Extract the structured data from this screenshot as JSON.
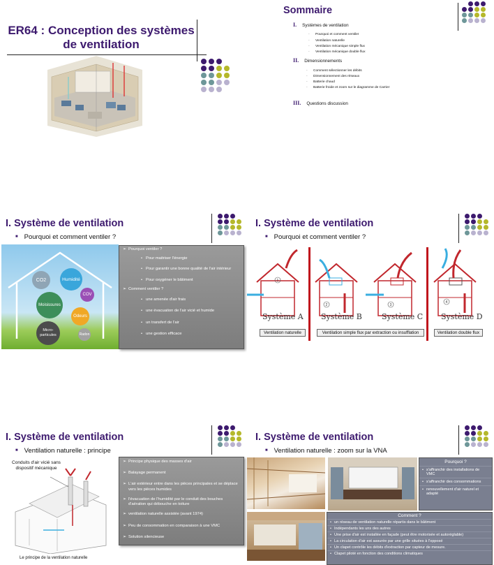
{
  "slide1": {
    "title_line1": "ER64 : Conception des systèmes",
    "title_line2": "de ventilation"
  },
  "slide2": {
    "title": "Sommaire",
    "sections": [
      {
        "num": "I.",
        "label": "Systèmes de ventilation",
        "items": [
          "Pourquoi et comment ventiler",
          "Ventilation naturelle",
          "Ventilation mécanique simple flux",
          "Ventilation mécanique double flux"
        ]
      },
      {
        "num": "II.",
        "label": "Dimensionnements",
        "items": [
          "Comment sélectionner les débits",
          "Dimensionnement des réseaux",
          "Batterie chaud",
          "Batterie froide et zoom sur le diagramme de Carrier"
        ]
      },
      {
        "num": "III.",
        "label": "Questions discussion",
        "items": []
      }
    ]
  },
  "slide3": {
    "title": "I. Système de ventilation",
    "subtitle": "Pourquoi et comment ventiler ?",
    "bubbles": [
      "CO2",
      "Humidité",
      "Moisissures",
      "COV",
      "Odeurs",
      "Micro-particules",
      "Radon"
    ],
    "box": {
      "head1": "Pourquoi ventiler ?",
      "why": [
        "Pour maitriser l'énergie",
        "Pour garantir une bonne qualité de l'air intérieur",
        "Pour oxygéner le bâtiment"
      ],
      "head2": "Comment ventiler ?",
      "how": [
        "une amenée d'air frais",
        "une évacuation de l'air vicié et humide",
        "un transfert de l'air",
        "une gestion efficace"
      ]
    }
  },
  "slide4": {
    "title": "I. Système de ventilation",
    "subtitle": "Pourquoi et comment ventiler ?",
    "systems": [
      "Système A",
      "Système B",
      "Système C",
      "Système D"
    ],
    "house_numbers": [
      "1",
      "2",
      "3",
      "4"
    ],
    "captions": [
      "Ventilation naturelle",
      "Ventilation simple flux par extraction ou insufflation",
      "Ventilation double flux"
    ]
  },
  "slide5": {
    "title": "I. Système de ventilation",
    "subtitle": "Ventilation naturelle : principe",
    "diagram_label": "Conduits d'air vicié sans dispositif mécanique",
    "diagram_caption": "Le principe de la ventilation naturelle",
    "items": [
      "Principe physique des masses d'air",
      "Balayage permanent",
      "L'air extérieur entre dans les pièces principales et se déplace vers les pièces humides",
      "l'évacuation de l'humidité par le conduit des bouches d'aération qui débouche en toiture",
      "ventilation naturelle assistée (avant 1974)",
      "Peu de consommation en comparaison à une VMC",
      "Solution silencieuse"
    ]
  },
  "slide6": {
    "title": "I. Système de ventilation",
    "subtitle": "Ventilation naturelle : zoom sur la VNA",
    "pourquoi": {
      "head": "Pourquoi ?",
      "items": [
        "s'affranchir des installations de VMC",
        "s'affranchir des consommations",
        "renouvellement d'air naturel et adapté"
      ]
    },
    "comment": {
      "head": "Comment ?",
      "items": [
        "un réseau de ventilation naturelle répartis dans le bâtiment",
        "Indépendants les uns des autres",
        "Une prise d'air est installée en façade (peut être motorisée et autoréglable)",
        "La circulation d'air est assurée par une grille situées à l'opposé",
        "Un clapet contrôle les débits d'extraction par capteur de mesure.",
        "Clapet piloté en fonction des conditions climatiques"
      ]
    }
  },
  "colors": {
    "purple": "#3d1a6e",
    "olive": "#b5b82b",
    "teal": "#6e9799",
    "lavender": "#b9b2cf",
    "red": "#c0141c"
  }
}
